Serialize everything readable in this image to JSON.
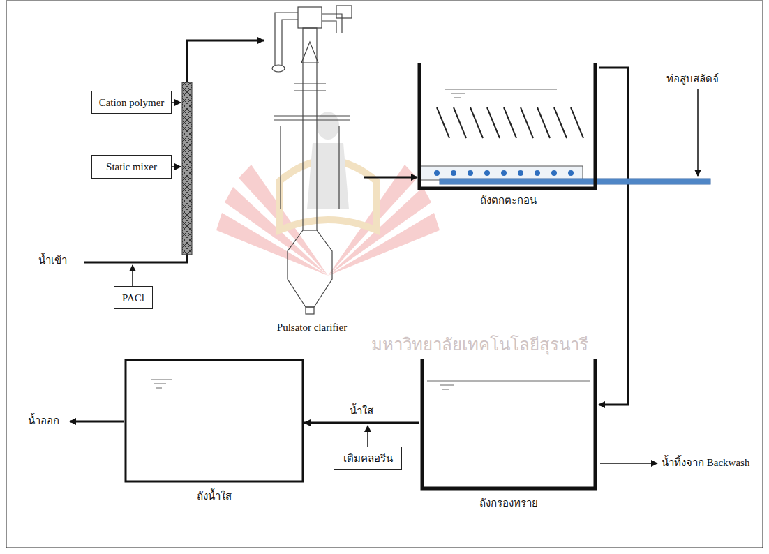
{
  "diagram": {
    "nodes": [
      {
        "text": [
          "Cation polymer"
        ]
      },
      {
        "text": [
          "Static mixer"
        ]
      },
      {
        "text": [
          "PACl"
        ]
      },
      {
        "text": [
          "Pulsator clarifier"
        ]
      },
      {
        "text": [
          "ถังตกตะกอน"
        ]
      },
      {
        "text": [
          "ถังกรองทราย"
        ]
      },
      {
        "text": [
          "เติมคลอรีน"
        ]
      },
      {
        "text": [
          "ถังน้ำใส"
        ]
      }
    ],
    "edges": [
      {
        "from": 3,
        "to": 4,
        "arrow": "to"
      },
      {
        "from": 4,
        "to": 5,
        "arrow": "to"
      },
      {
        "from": 5,
        "to": 7,
        "arrow": "to",
        "label": "น้ำใส"
      }
    ],
    "labels": [
      "น้ำเข้า",
      "ท่อสูบสลัดจ์",
      "น้ำทิ้งจาก Backwash",
      "น้ำออก",
      "มหาวิทยาลัยเทคโนโลยีสุรนารี"
    ]
  }
}
